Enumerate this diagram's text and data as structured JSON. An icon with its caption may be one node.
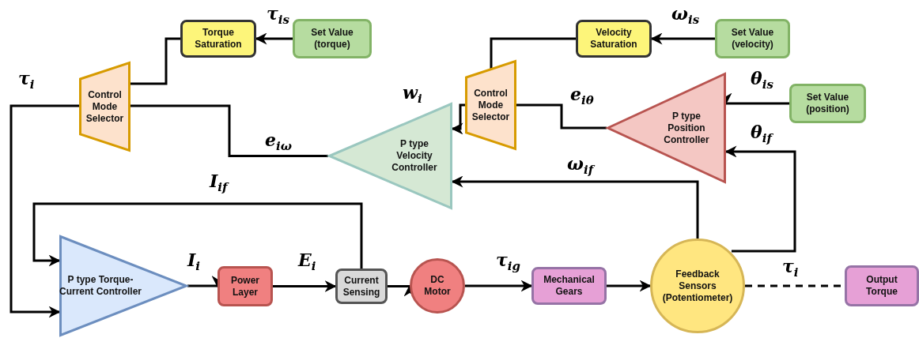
{
  "diagram": {
    "nodes": [
      {
        "text": [
          "Torque Saturation"
        ]
      },
      {
        "text": [
          "Set Value (torque)"
        ]
      },
      {
        "text": [
          "Control Mode Selector"
        ]
      },
      {
        "text": [
          "Control Mode Selector"
        ]
      },
      {
        "text": [
          "Velocity Saturation"
        ]
      },
      {
        "text": [
          "Set Value (velocity)"
        ]
      },
      {
        "text": [
          "Set Value (position)"
        ]
      },
      {
        "text": [
          "P type Position Controller"
        ]
      },
      {
        "text": [
          "P type Velocity Controller"
        ]
      },
      {
        "text": [
          "P type Torque-Current Controller"
        ]
      },
      {
        "text": [
          "Power Layer"
        ]
      },
      {
        "text": [
          "Current Sensing"
        ]
      },
      {
        "text": [
          "DC Motor"
        ]
      },
      {
        "text": [
          "Mechanical Gears"
        ]
      },
      {
        "text": [
          "Feedback Sensors (Potentiometer)"
        ]
      },
      {
        "text": [
          "Output Torque"
        ]
      }
    ],
    "edges": [
      {
        "from": 1,
        "to": 0,
        "arrow": "to",
        "label": "τ$_{is}$"
      },
      {
        "from": 0,
        "to": 2,
        "arrow": "none"
      },
      {
        "from": 5,
        "to": 4,
        "arrow": "to",
        "label": "ω$_{is}$"
      },
      {
        "from": 4,
        "to": 3,
        "arrow": "none"
      },
      {
        "from": 6,
        "to": 7,
        "arrow": "to",
        "label": "θ$_{is}$"
      },
      {
        "from": 7,
        "to": 3,
        "arrow": "none",
        "label": "e$_{iθ}$"
      },
      {
        "from": 3,
        "to": 8,
        "arrow": "to",
        "label": "w$_{i}$"
      },
      {
        "from": 8,
        "to": 2,
        "arrow": "none",
        "label": "e$_{iω}$"
      },
      {
        "from": 2,
        "to": 9,
        "arrow": "to",
        "label": "τ$_{i}$"
      },
      {
        "from": 14,
        "to": 7,
        "arrow": "to",
        "label": "θ$_{if}$"
      },
      {
        "from": 14,
        "to": 8,
        "arrow": "to",
        "label": "ω$_{if}$"
      },
      {
        "from": 11,
        "to": 9,
        "arrow": "to",
        "label": "I$_{if}$"
      },
      {
        "from": 9,
        "to": 10,
        "arrow": "to",
        "label": "I$_{i}$"
      },
      {
        "from": 10,
        "to": 11,
        "arrow": "to",
        "label": "E$_{i}$"
      },
      {
        "from": 11,
        "to": 12,
        "arrow": "to"
      },
      {
        "from": 12,
        "to": 13,
        "arrow": "to",
        "label": "τ$_{ig}$"
      },
      {
        "from": 13,
        "to": 14,
        "arrow": "to"
      },
      {
        "from": 14,
        "to": 15,
        "arrow": "none",
        "label": "τ$_{i}$",
        "style": "dashed"
      }
    ]
  }
}
